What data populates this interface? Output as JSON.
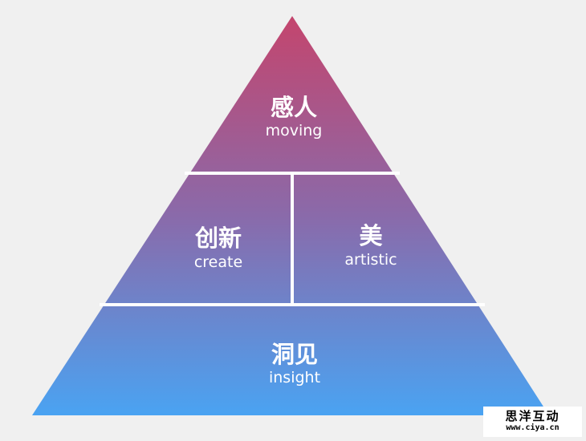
{
  "colors": {
    "top": "#c4456d",
    "middle": "#8a6aaa",
    "bottom": "#4aa3f2",
    "divider": "#ffffff",
    "background": "#f0f0f0",
    "text": "#ffffff"
  },
  "pyramid": {
    "top": {
      "label_zh": "感人",
      "label_en": "moving"
    },
    "middle_left": {
      "label_zh": "创新",
      "label_en": "create"
    },
    "middle_right": {
      "label_zh": "美",
      "label_en": "artistic"
    },
    "bottom": {
      "label_zh": "洞见",
      "label_en": "insight"
    }
  },
  "watermark": {
    "name": "思洋互动",
    "url": "www.ciya.cn"
  }
}
